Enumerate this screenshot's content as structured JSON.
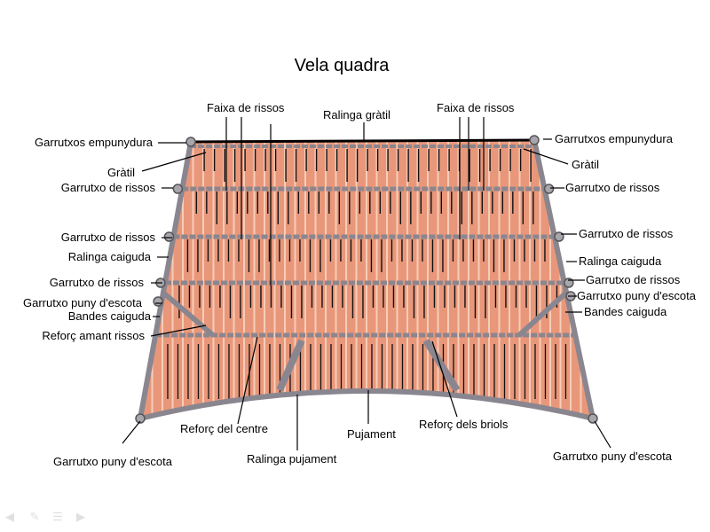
{
  "title": "Vela quadra",
  "labels": {
    "faixa_left": "Faixa de rissos",
    "faixa_right": "Faixa de rissos",
    "ralinga_gratil": "Ralinga gràtil",
    "l_empunydura": "Garrutxos empunydura",
    "l_gratil": "Gràtil",
    "l_rissos1": "Garrutxo de rissos",
    "l_rissos2": "Garrutxo de rissos",
    "l_ralinga": "Ralinga caiguda",
    "l_rissos3": "Garrutxo de rissos",
    "l_puny": "Garrutxo puny d'escota",
    "l_bandes": "Bandes caiguda",
    "l_reforc": "Reforç amant rissos",
    "r_empunydura": "Garrutxos empunydura",
    "r_gratil": "Gràtil",
    "r_rissos1": "Garrutxo de rissos",
    "r_rissos2": "Garrutxo de rissos",
    "r_ralinga": "Ralinga caiguda",
    "r_rissos3": "Garrutxo de rissos",
    "r_puny": "Garrutxo puny d'escota",
    "r_bandes": "Bandes caiguda",
    "reforc_centre": "Reforç del centre",
    "pujament": "Pujament",
    "reforc_briols": "Reforç dels briols",
    "ralinga_pujament": "Ralinga pujament",
    "bl_puny": "Garrutxo puny d'escota",
    "br_puny": "Garrutxo puny d'escota"
  },
  "colors": {
    "sail": "#E9977A",
    "rope": "#8a8690",
    "line": "#000000"
  }
}
